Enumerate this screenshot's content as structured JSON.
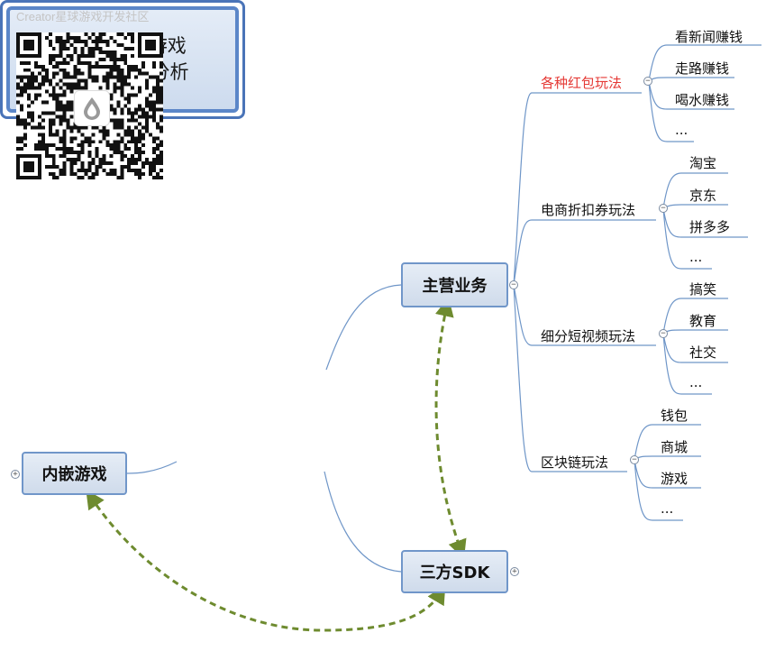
{
  "watermark": "Creator星球游戏开发社区",
  "central": {
    "line1": "原生App&游戏",
    "line2": "的变现模式分析"
  },
  "topics": {
    "main_business": "主营业务",
    "third_sdk": "三方SDK",
    "embedded_games": "内嵌游戏"
  },
  "categories": {
    "red_packet": "各种红包玩法",
    "ecommerce": "电商折扣券玩法",
    "video": "细分短视频玩法",
    "blockchain": "区块链玩法"
  },
  "leaves": {
    "red_packet": [
      "看新闻赚钱",
      "走路赚钱",
      "喝水赚钱",
      "..."
    ],
    "ecommerce": [
      "淘宝",
      "京东",
      "拼多多",
      "..."
    ],
    "video": [
      "搞笑",
      "教育",
      "社交",
      "..."
    ],
    "blockchain": [
      "钱包",
      "商城",
      "游戏",
      "..."
    ]
  },
  "toggles": {
    "collapse": "−",
    "expand": "+"
  },
  "colors": {
    "branch_line": "#6f96c8",
    "dashed_relation": "#6e8b2f",
    "highlight_text": "#e53935",
    "node_border": "#7096c9"
  }
}
